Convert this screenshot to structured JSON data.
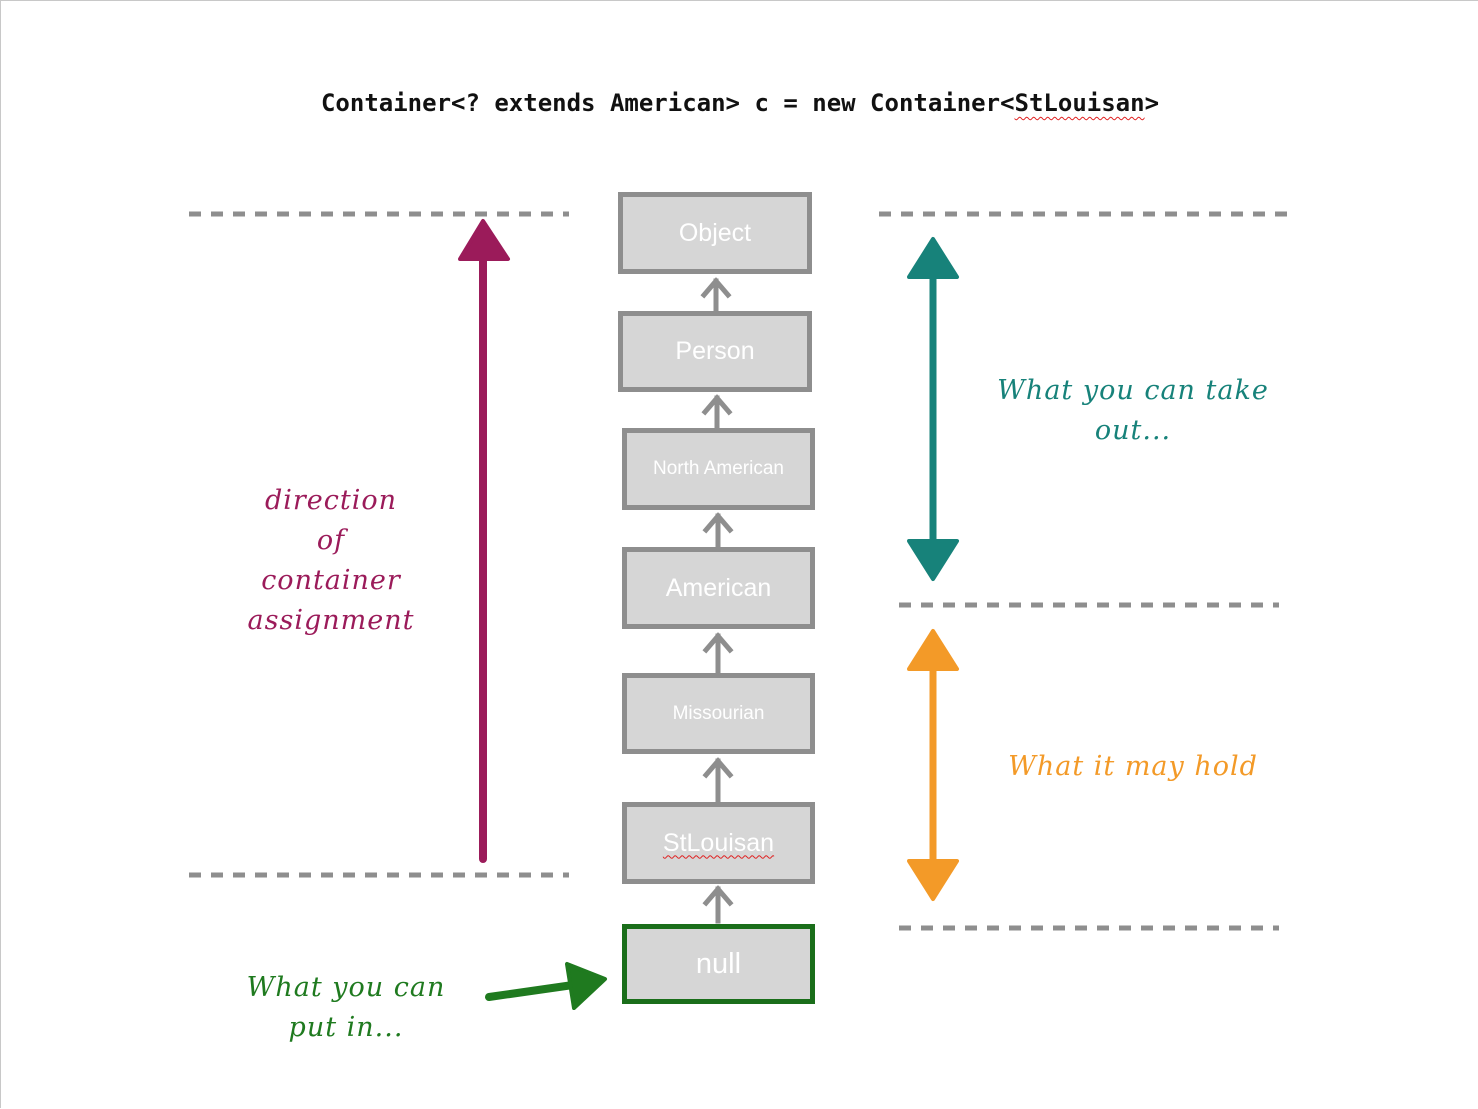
{
  "title_parts": {
    "before": "Container<? extends American> c = new Container<",
    "highlight": "StLouisan",
    "after": ">"
  },
  "hierarchy": [
    "Object",
    "Person",
    "North American",
    "American",
    "Missourian",
    "StLouisan",
    "null"
  ],
  "annotations": {
    "left": [
      "direction",
      "of",
      "container",
      "assignment"
    ],
    "take_out": [
      "What you can take",
      "out..."
    ],
    "may_hold": [
      "What it may hold"
    ],
    "put_in": [
      "What you can",
      "put in..."
    ]
  },
  "colors": {
    "assignment_arrow": "#9b1b5a",
    "take_out": "#17827a",
    "may_hold": "#f39a28",
    "put_in": "#1f7a1f",
    "box_fill": "#d6d6d6",
    "box_border": "#8e8e8e",
    "null_border": "#1a6e1a",
    "dash": "#8e8e8e"
  },
  "icons": {
    "assignment": "up-arrow-icon",
    "take_out": "double-headed-arrow-icon",
    "may_hold": "double-headed-arrow-icon",
    "put_in": "right-arrow-icon"
  }
}
